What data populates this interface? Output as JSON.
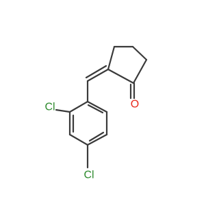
{
  "molecule": {
    "labels": {
      "cl_upper": "Cl",
      "cl_lower": "Cl",
      "oxygen": "O"
    },
    "colors": {
      "bond": "#3a3a3a",
      "chlorine": "#2e8b2e",
      "oxygen": "#e8291c"
    }
  }
}
